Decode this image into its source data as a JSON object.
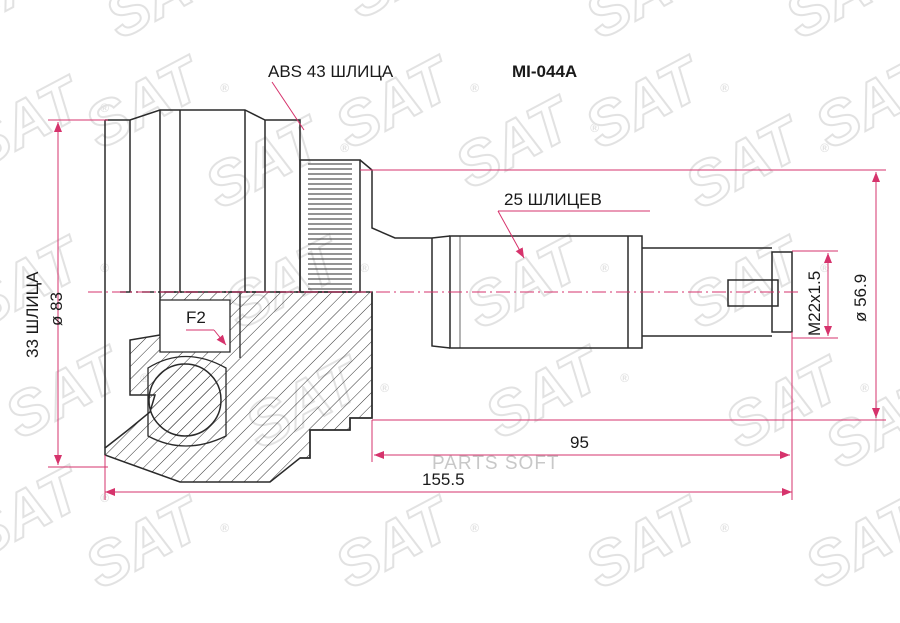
{
  "part_code": "MI-044A",
  "labels": {
    "abs": "ABS 43 ШЛИЦА",
    "splines_shaft": "25 ШЛИЦЕВ",
    "splines_outer": "33 ШЛИЦА",
    "outer_diameter": "ø 83",
    "f2": "F2",
    "thread": "M22x1.5",
    "shaft_diameter": "ø 56.9",
    "length_95": "95",
    "length_total": "155.5"
  },
  "watermark": {
    "brand": "SAT",
    "registered": "®",
    "source": "PARTS SOFT"
  },
  "colors": {
    "line": "#2a2a2a",
    "dimension": "#d6336c",
    "watermark": "#e2e2e2",
    "background": "#ffffff"
  }
}
